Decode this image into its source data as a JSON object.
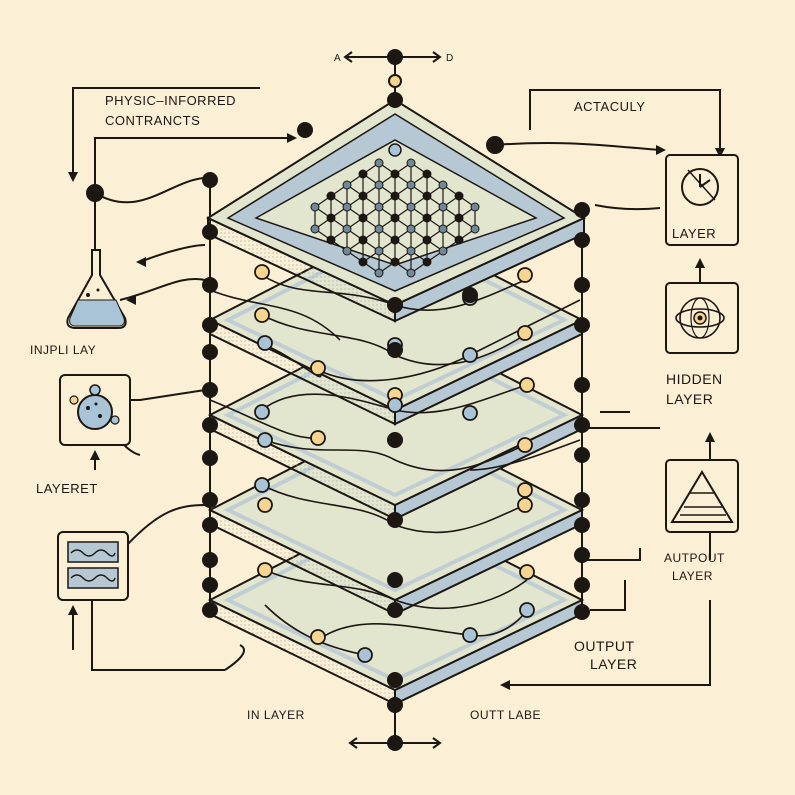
{
  "colors": {
    "background": "#fbefd6",
    "ink": "#1c1712",
    "plate_top": "#e3e6cf",
    "plate_edge": "#b6c8d4",
    "node_yellow": "#f6d492",
    "node_blue": "#a9c4d6"
  },
  "labels": {
    "top_axis_left": "A",
    "top_axis_right": "D",
    "physics_line1": "PHYSIC–INFORRED",
    "physics_line2": "CONTRANCTS",
    "actaculy": "ACTACULY",
    "input_layer": "INJPLI LAY",
    "layer_right": "LAYER",
    "hidden_line1": "HIDDEN",
    "hidden_line2": "LAYER",
    "layeret": "LAYERET",
    "autpout_line1": "AUTPOUT",
    "autpout_line2": "LAYER",
    "output_line1": "OUTPUT",
    "output_line2": "LAYER",
    "bottom_in_layer": "IN  LAYER",
    "bottom_out_label": "OUTT LABE"
  },
  "icons": {
    "flask": "flask-icon",
    "cell": "cell-icon",
    "chart": "wave-chart-icon",
    "clock": "clock-icon",
    "eye": "eye-icon",
    "formula": "formula-triangle-icon"
  }
}
